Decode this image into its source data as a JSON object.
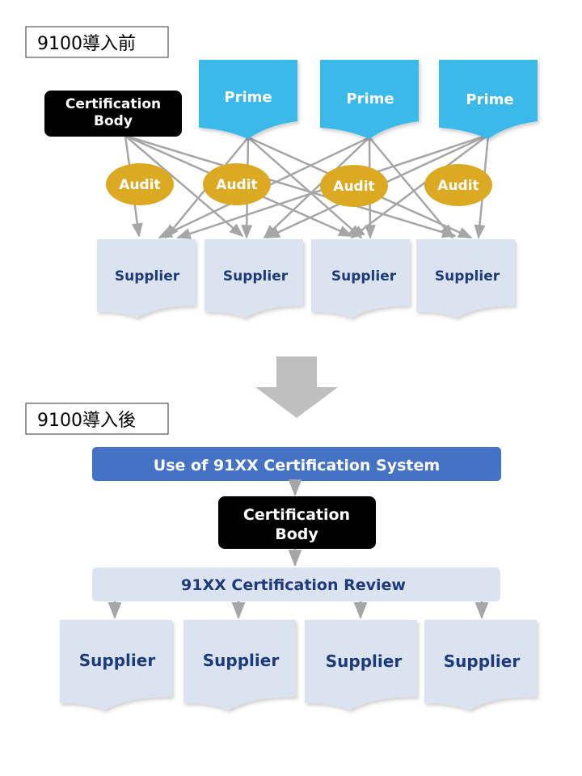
{
  "before": {
    "title": "9100導入前",
    "certification_body": [
      "Certification",
      "Body"
    ],
    "primes": [
      "Prime",
      "Prime",
      "Prime"
    ],
    "audits": [
      "Audit",
      "Audit",
      "Audit",
      "Audit"
    ],
    "suppliers": [
      "Supplier",
      "Supplier",
      "Supplier",
      "Supplier"
    ]
  },
  "after": {
    "title": "9100導入後",
    "banner": "Use of 91XX Certification System",
    "certification_body": [
      "Certification",
      "Body"
    ],
    "review": "91XX Certification Review",
    "suppliers": [
      "Supplier",
      "Supplier",
      "Supplier",
      "Supplier"
    ]
  },
  "colors": {
    "prime": "#3ab9e8",
    "audit": "#dcaa22",
    "supplier": "#dbe3f1",
    "supplier_text": "#1f3a7a",
    "banner": "#4472c4",
    "review": "#dbe3f1",
    "certification_body": "#000000",
    "connector": "#a6a6a6",
    "big_arrow": "#bfbfbf"
  }
}
